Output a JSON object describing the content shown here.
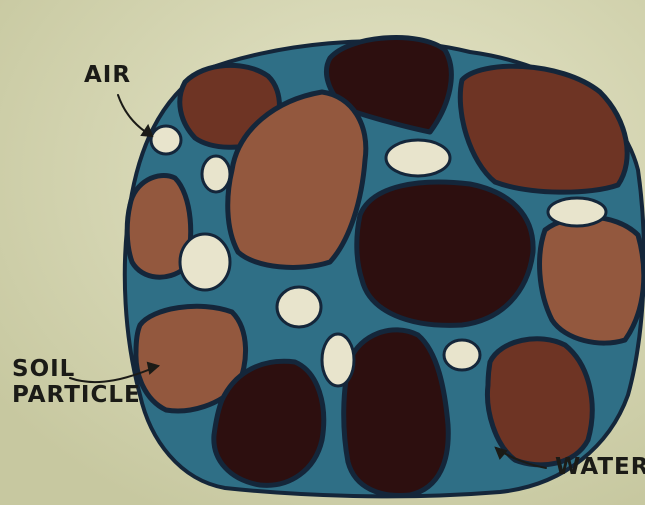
{
  "labels": {
    "air": "AIR",
    "soil_line1": "SOIL",
    "soil_line2": "PARTICLE",
    "water": "WATER"
  },
  "colors": {
    "background": "#d9d8b5",
    "water": "#2f6f86",
    "outline": "#14263a",
    "soil_light": "#93583e",
    "soil_medium": "#6e3424",
    "soil_dark": "#2d0f0f",
    "air": "#e8e4cc",
    "text": "#1b1b17"
  }
}
